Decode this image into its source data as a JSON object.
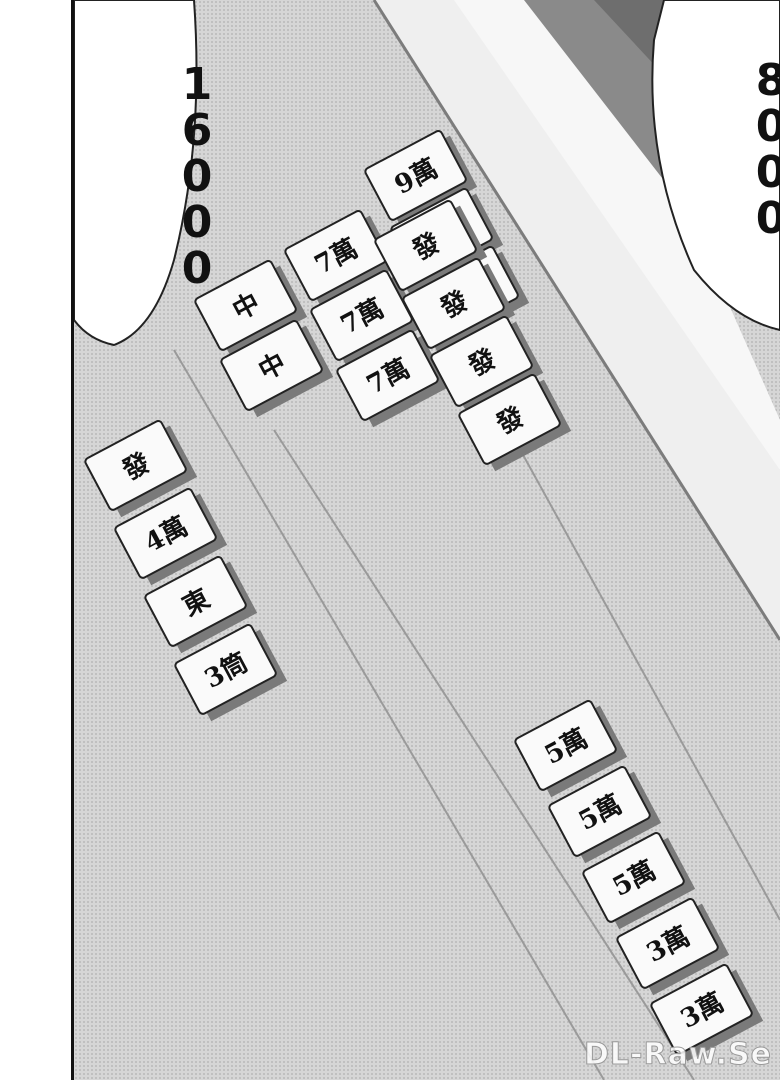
{
  "bubbles": {
    "left": "16000",
    "right": "8000"
  },
  "tiles": {
    "pung_left": [
      "9萬",
      "9萬",
      "9萬"
    ],
    "chun_pair": [
      "中",
      "中"
    ],
    "kan_center": [
      "7萬",
      "7萬",
      "7萬"
    ],
    "pung_right": [
      "發",
      "發",
      "發",
      "發"
    ],
    "hand_left": [
      "發",
      "4萬",
      "東",
      "3筒"
    ],
    "hand_right": [
      "5萬",
      "5萬",
      "5萬",
      "3萬",
      "3萬"
    ]
  },
  "watermark": "DL-Raw.Se"
}
